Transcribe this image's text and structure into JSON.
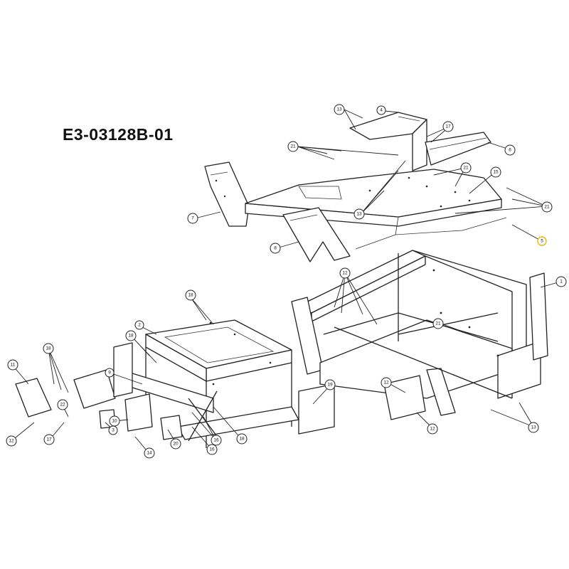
{
  "title": "E3-03128B-01",
  "highlight_color": "#e8b800",
  "callouts": [
    {
      "id": "c13-top",
      "label": "13"
    },
    {
      "id": "c4",
      "label": "4"
    },
    {
      "id": "c17-top",
      "label": "17"
    },
    {
      "id": "c6",
      "label": "6"
    },
    {
      "id": "c21-left",
      "label": "21"
    },
    {
      "id": "c21-mid",
      "label": "21"
    },
    {
      "id": "c15",
      "label": "15"
    },
    {
      "id": "c21-right",
      "label": "21"
    },
    {
      "id": "c7",
      "label": "7"
    },
    {
      "id": "c13-mid",
      "label": "13"
    },
    {
      "id": "c5",
      "label": "5"
    },
    {
      "id": "c8",
      "label": "8"
    },
    {
      "id": "c1",
      "label": "1"
    },
    {
      "id": "c12-top",
      "label": "12"
    },
    {
      "id": "c21-lower",
      "label": "21"
    },
    {
      "id": "c18-a",
      "label": "18"
    },
    {
      "id": "c2",
      "label": "2"
    },
    {
      "id": "c18-b",
      "label": "18"
    },
    {
      "id": "c18-c",
      "label": "18"
    },
    {
      "id": "c11",
      "label": "11"
    },
    {
      "id": "c9",
      "label": "9"
    },
    {
      "id": "c19",
      "label": "19"
    },
    {
      "id": "c12-right",
      "label": "12"
    },
    {
      "id": "c22",
      "label": "22"
    },
    {
      "id": "c10",
      "label": "10"
    },
    {
      "id": "c12-left",
      "label": "12"
    },
    {
      "id": "c17-bottom",
      "label": "17"
    },
    {
      "id": "c3",
      "label": "3"
    },
    {
      "id": "c14",
      "label": "14"
    },
    {
      "id": "c20",
      "label": "20"
    },
    {
      "id": "c16-a",
      "label": "16"
    },
    {
      "id": "c16-b",
      "label": "16"
    },
    {
      "id": "c18-d",
      "label": "18"
    },
    {
      "id": "c12-bottom",
      "label": "12"
    },
    {
      "id": "c13-bottom",
      "label": "13"
    }
  ]
}
